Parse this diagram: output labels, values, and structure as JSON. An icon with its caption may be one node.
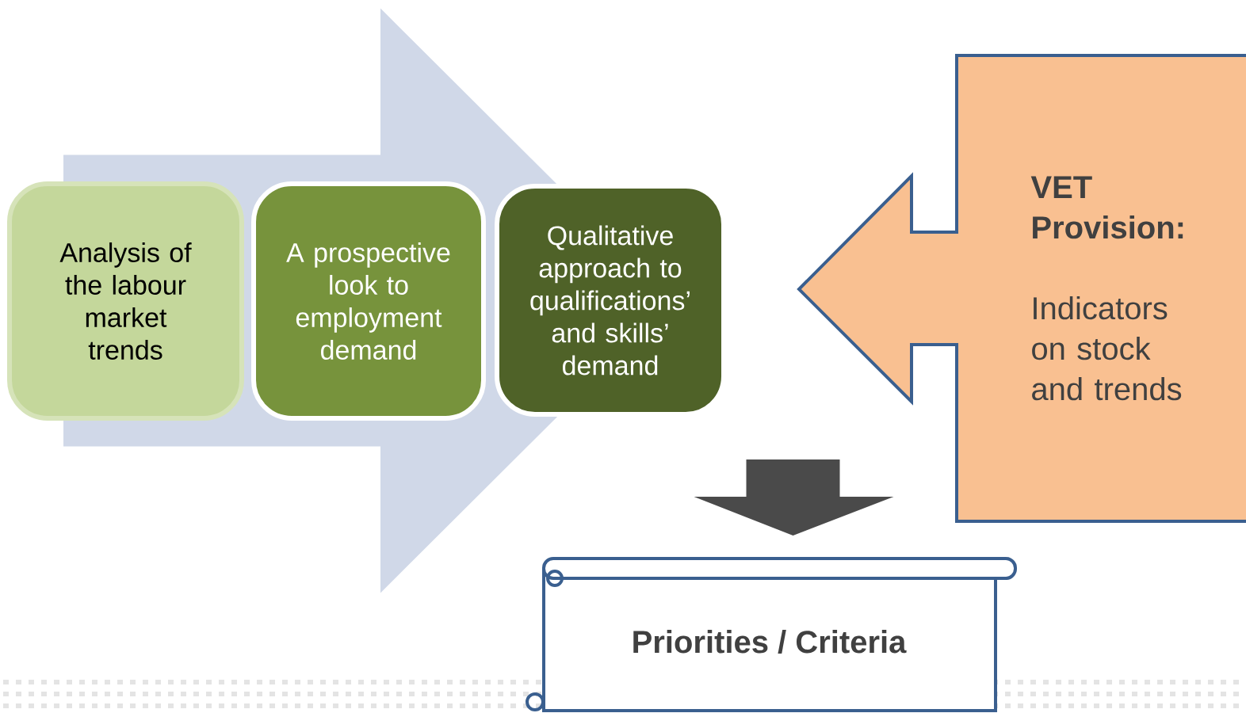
{
  "diagram": {
    "nodes": [
      {
        "text": [
          "Analysis of the labour market trends"
        ]
      },
      {
        "text": [
          "A prospective look to employment demand"
        ]
      },
      {
        "text": [
          "Qualitative approach to qualifications’ and skills’ demand"
        ]
      },
      {
        "text": [
          "VET Provision:",
          "Indicators on stock and trends"
        ]
      },
      {
        "text": [
          "Priorities / Criteria"
        ]
      }
    ],
    "edges": [
      {
        "from": null,
        "to": 4,
        "arrow": "to",
        "style": "thick",
        "color": "#4a4a4a"
      },
      {
        "from": 0,
        "to": 2,
        "arrow": "to",
        "style": "thick",
        "color": "#d0d8e8"
      }
    ]
  }
}
